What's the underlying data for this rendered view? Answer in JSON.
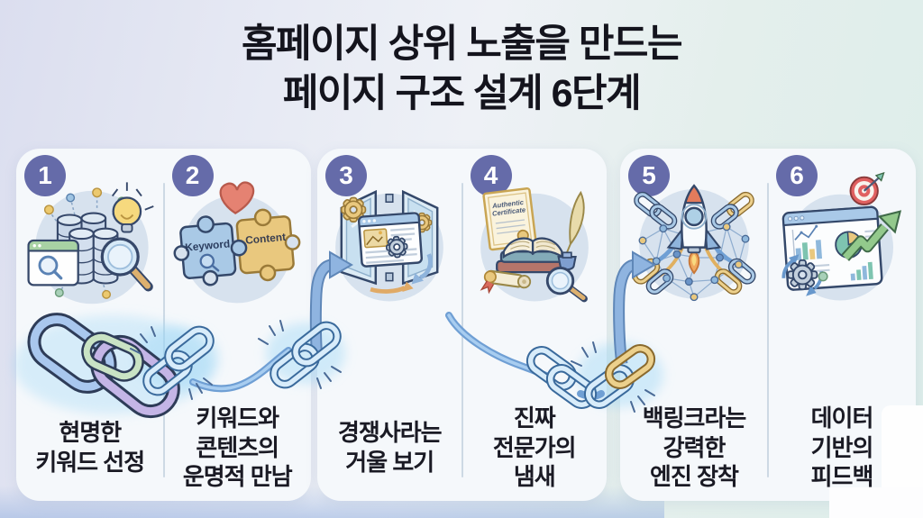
{
  "title": {
    "line1": "홈페이지 상위 노출을 만드는",
    "line2": "페이지 구조 설계 6단계"
  },
  "steps": [
    {
      "number": "1",
      "icon": "keyword-research-illustration",
      "lines": [
        "현명한",
        "키워드 선정"
      ]
    },
    {
      "number": "2",
      "icon": "keyword-content-puzzle-illustration",
      "lines": [
        "키워드와",
        "콘텐츠의",
        "운명적 만남"
      ],
      "puzzle_left": "Keyword",
      "puzzle_right": "Content"
    },
    {
      "number": "3",
      "icon": "competitor-mirror-illustration",
      "lines": [
        "경쟁사라는",
        "거울 보기"
      ]
    },
    {
      "number": "4",
      "icon": "expert-books-illustration",
      "lines": [
        "진짜",
        "전문가의",
        "냄새"
      ],
      "certificate": [
        "Authentic",
        "Certificate"
      ]
    },
    {
      "number": "5",
      "icon": "backlink-rocket-illustration",
      "lines": [
        "백링크라는",
        "강력한",
        "엔진 장착"
      ]
    },
    {
      "number": "6",
      "icon": "data-feedback-illustration",
      "lines": [
        "데이터",
        "기반의",
        "피드백"
      ]
    }
  ],
  "colors": {
    "badge": "#656ba9",
    "title_text": "#14141d",
    "label_text": "#1a1a24",
    "card_bg": "#f5f8fb",
    "chain_blue": "#a9c7ee",
    "chain_green": "#c9e3c4",
    "chain_purple": "#c4b5e6",
    "chain_yellow": "#ecd08c",
    "flow_arrow": "#8fb4e0"
  }
}
